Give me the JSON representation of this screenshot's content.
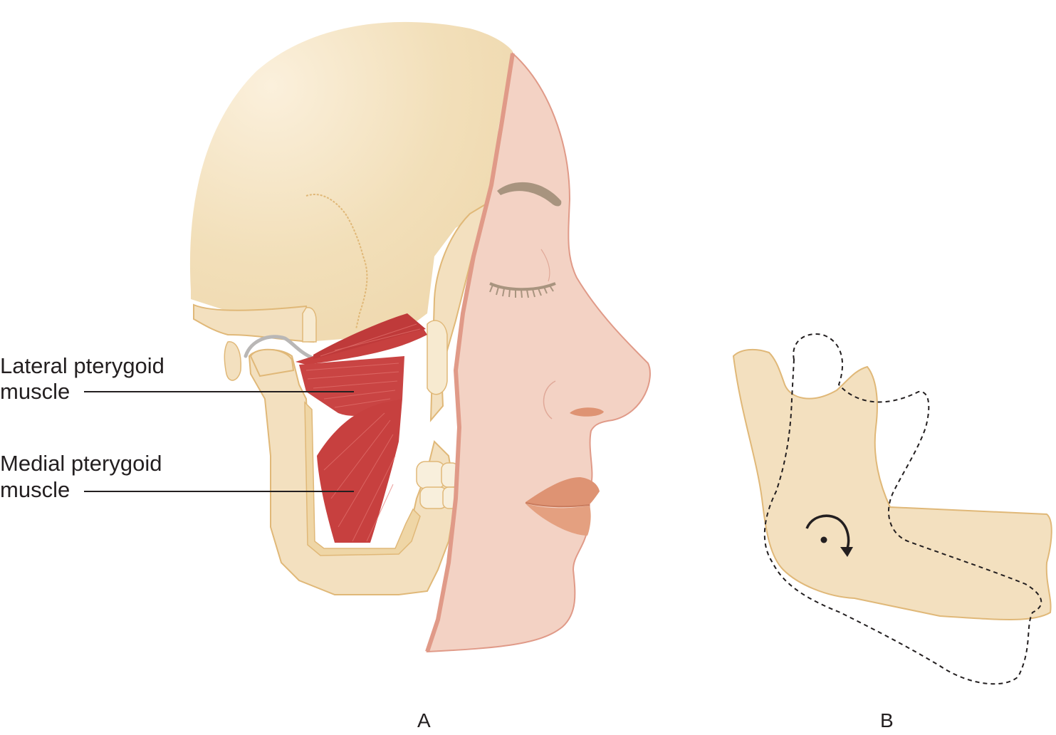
{
  "labels": {
    "lateral_line1": "Lateral pterygoid",
    "lateral_line2": "muscle",
    "medial_line1": "Medial pterygoid",
    "medial_line2": "muscle"
  },
  "panels": {
    "a": "A",
    "b": "B"
  },
  "colors": {
    "bone": "#f3e0bf",
    "bone_outline": "#e0b878",
    "skin": "#f3d2c4",
    "skin_edge": "#e09a88",
    "muscle": "#c7403f",
    "lips": "#de9373",
    "brow": "#a8947f"
  },
  "icons": {
    "rotation": "clockwise-rotation-arrow-icon"
  }
}
